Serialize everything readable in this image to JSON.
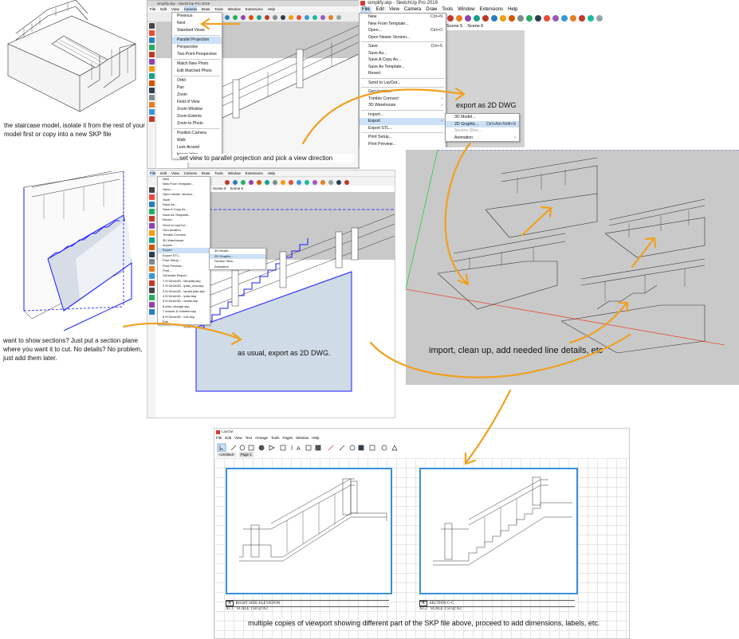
{
  "captions": {
    "staircase_note": "the staircase model, isolate it from the rest of your model first or copy into a new SKP file",
    "parallel_note": "set view to parallel projection and pick a view direction",
    "export_note": "export as 2D DWG",
    "section_note": "want to show sections? Just put a section plane where you want it to cut. No details? No problem, just add them later.",
    "usual_note": "as usual, export as 2D DWG.",
    "import_note": "import, clean up, add needed line details, etc",
    "layout_note": "multiple copies of viewport showing different part of the SKP file above, proceed to add dimensions, labels, etc."
  },
  "sketchup_top": {
    "window_title": "simplify.skp - SketchUp Pro 2019",
    "menubar": [
      "File",
      "Edit",
      "View",
      "Camera",
      "Draw",
      "Tools",
      "Window",
      "Extensions",
      "Help"
    ],
    "camera_menu": [
      "Previous",
      "Next",
      "Standard Views",
      "Parallel Projection",
      "Perspective",
      "Two-Point Perspective",
      "Match New Photo",
      "Edit Matched Photo",
      "Orbit",
      "Pan",
      "Zoom",
      "Field of View",
      "Zoom Window",
      "Zoom Extents",
      "Zoom to Photo",
      "Position Camera",
      "Walk",
      "Look Around",
      "Image Igloo"
    ]
  },
  "file_menu_large": {
    "title": "simplify.skp - SketchUp Pro 2019",
    "menubar": [
      "File",
      "Edit",
      "View",
      "Camera",
      "Draw",
      "Tools",
      "Window",
      "Extensions",
      "Help"
    ],
    "scene_tabs": [
      "Scene 5",
      "Scene 6"
    ],
    "items": [
      {
        "label": "New",
        "shortcut": "Ctrl+N"
      },
      {
        "label": "New From Template...",
        "shortcut": ""
      },
      {
        "label": "Open...",
        "shortcut": "Ctrl+O"
      },
      {
        "label": "Open Newer Version...",
        "shortcut": ""
      },
      {
        "label": "Save",
        "shortcut": "Ctrl+S"
      },
      {
        "label": "Save As...",
        "shortcut": ""
      },
      {
        "label": "Save A Copy As...",
        "shortcut": ""
      },
      {
        "label": "Save As Template...",
        "shortcut": ""
      },
      {
        "label": "Revert",
        "shortcut": ""
      },
      {
        "label": "Send to LayOut...",
        "shortcut": ""
      },
      {
        "label": "Geo-location",
        "shortcut": ""
      },
      {
        "label": "Trimble Connect",
        "shortcut": ""
      },
      {
        "label": "3D Warehouse",
        "shortcut": ""
      },
      {
        "label": "Import...",
        "shortcut": ""
      },
      {
        "label": "Export",
        "shortcut": ""
      },
      {
        "label": "Export STL...",
        "shortcut": ""
      },
      {
        "label": "Print Setup...",
        "shortcut": ""
      },
      {
        "label": "Print Preview...",
        "shortcut": ""
      }
    ],
    "export_submenu": [
      {
        "label": "3D Model...",
        "shortcut": ""
      },
      {
        "label": "2D Graphic...",
        "shortcut": "Ctrl+Alt+Shift+S"
      },
      {
        "label": "Section Slice...",
        "shortcut": ""
      },
      {
        "label": "Animation",
        "shortcut": ""
      }
    ]
  },
  "sketchup_mid": {
    "menubar": [
      "File",
      "Edit",
      "View",
      "Camera",
      "Draw",
      "Tools",
      "Window",
      "Extensions",
      "Help"
    ],
    "scene_tabs": [
      "Scene 5",
      "Scene 6"
    ],
    "file_menu": [
      "New",
      "New From Template...",
      "Open...",
      "Open Newer Version...",
      "Save",
      "Save As...",
      "Save A Copy As...",
      "Save As Template...",
      "Revert",
      "Send to LayOut...",
      "Geo-location",
      "Trimble Connect",
      "3D Warehouse",
      "Import...",
      "Export",
      "Export STL...",
      "Print Setup...",
      "Print Preview...",
      "Print...",
      "Generate Report...",
      "1 H:\\Drive\\ID...\\simplify.skp",
      "2 H:\\Drive\\ID...\\plan_new.skp",
      "3 H:\\Drive\\ID...\\small plan.skp",
      "4 H:\\Drive\\ID...\\plan.skp",
      "5 H:\\Drive\\ID...\\stairs.skp",
      "6 plan_change.skp",
      "7 texture & chamfer.skp",
      "8 H:\\Drive\\ID...\\utc.skp",
      "Exit"
    ],
    "export_submenu": [
      "3D Model...",
      "2D Graphic...",
      "Section Slice...",
      "Animation"
    ]
  },
  "layout": {
    "window_title": "LayOut",
    "menubar": [
      "File",
      "Edit",
      "View",
      "Text",
      "Arrange",
      "Tools",
      "Pages",
      "Window",
      "Help"
    ],
    "tabs": [
      "<Untitled>",
      "Page 1"
    ],
    "viewport_left_label": "RIGHT SIDE ELEVATION",
    "viewport_left_scale": "SCALE 1:50 @ A3",
    "viewport_left_mark": "A",
    "viewport_left_sheet": "A1.1",
    "viewport_right_label": "SECTION C-C",
    "viewport_right_scale": "SCALE 1:50 @ A3",
    "viewport_right_mark": "A",
    "viewport_right_sheet": "A1.2"
  },
  "colors": {
    "arrow": "#f0a020",
    "selection_blue": "#1a1aff",
    "layout_frame": "#3b8fdc",
    "canvas_gray": "#c9c9c9"
  }
}
